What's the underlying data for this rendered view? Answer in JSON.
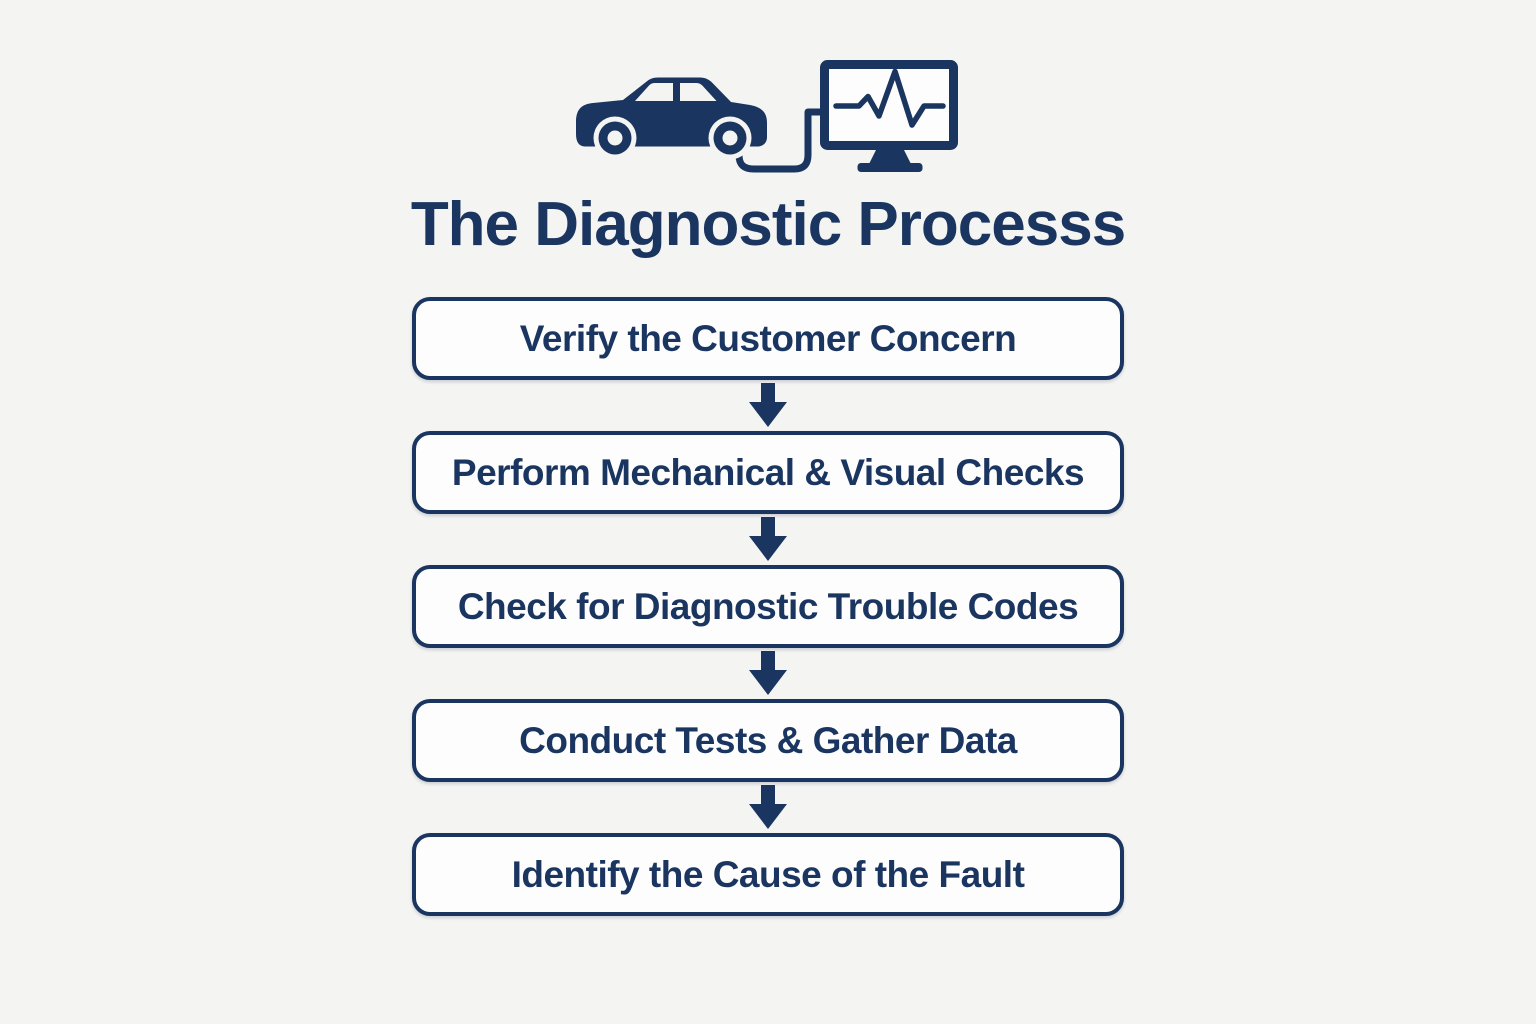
{
  "theme": {
    "navy": "#1a355f",
    "background": "#f4f4f2",
    "box_fill": "#fdfdfd"
  },
  "header": {
    "icon": "car-connected-to-diagnostic-monitor-icon",
    "title": "The Diagnostic Processs"
  },
  "flow": {
    "steps": [
      {
        "label": "Verify the Customer Concern"
      },
      {
        "label": "Perform Mechanical & Visual Checks"
      },
      {
        "label": "Check for Diagnostic Trouble Codes"
      },
      {
        "label": "Conduct Tests & Gather Data"
      },
      {
        "label": "Identify the Cause of the Fault"
      }
    ],
    "connector": "down-arrow"
  }
}
